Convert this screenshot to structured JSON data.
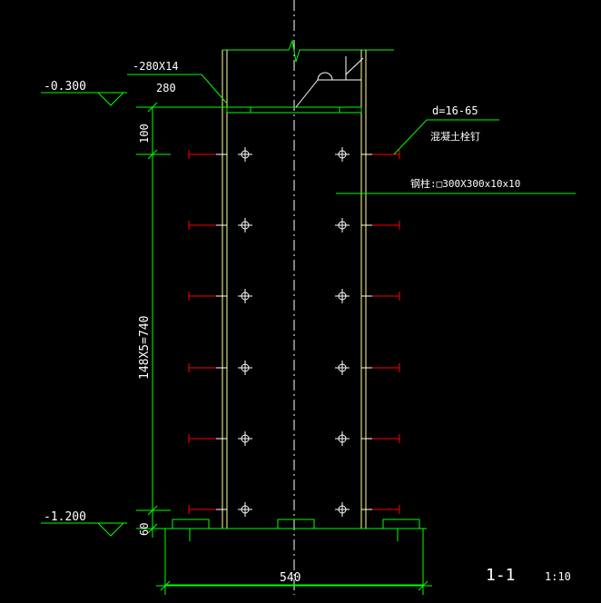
{
  "drawing": {
    "elevation_top": "-0.300",
    "elevation_bottom": "-1.200",
    "plate_spec": "-280X14",
    "plate_width": "280",
    "dim_top": "100",
    "dim_middle": "148X5=740",
    "dim_bottom": "60",
    "dim_base_width": "540",
    "stud_spec": "d=16-65",
    "stud_label": "混凝土栓钉",
    "column_label": "钢柱:□300X300x10x10",
    "section_title": "1-1",
    "scale": "1:10"
  },
  "colors": {
    "background": "#000000",
    "dimension": "#00ff00",
    "outline": "#ffff99",
    "stud": "#ff0000",
    "text": "#ffffff",
    "centerline": "#ffffff"
  },
  "icons": {
    "elevation_marker": "triangle-level-icon",
    "stud_marker": "circle-cross-icon"
  }
}
